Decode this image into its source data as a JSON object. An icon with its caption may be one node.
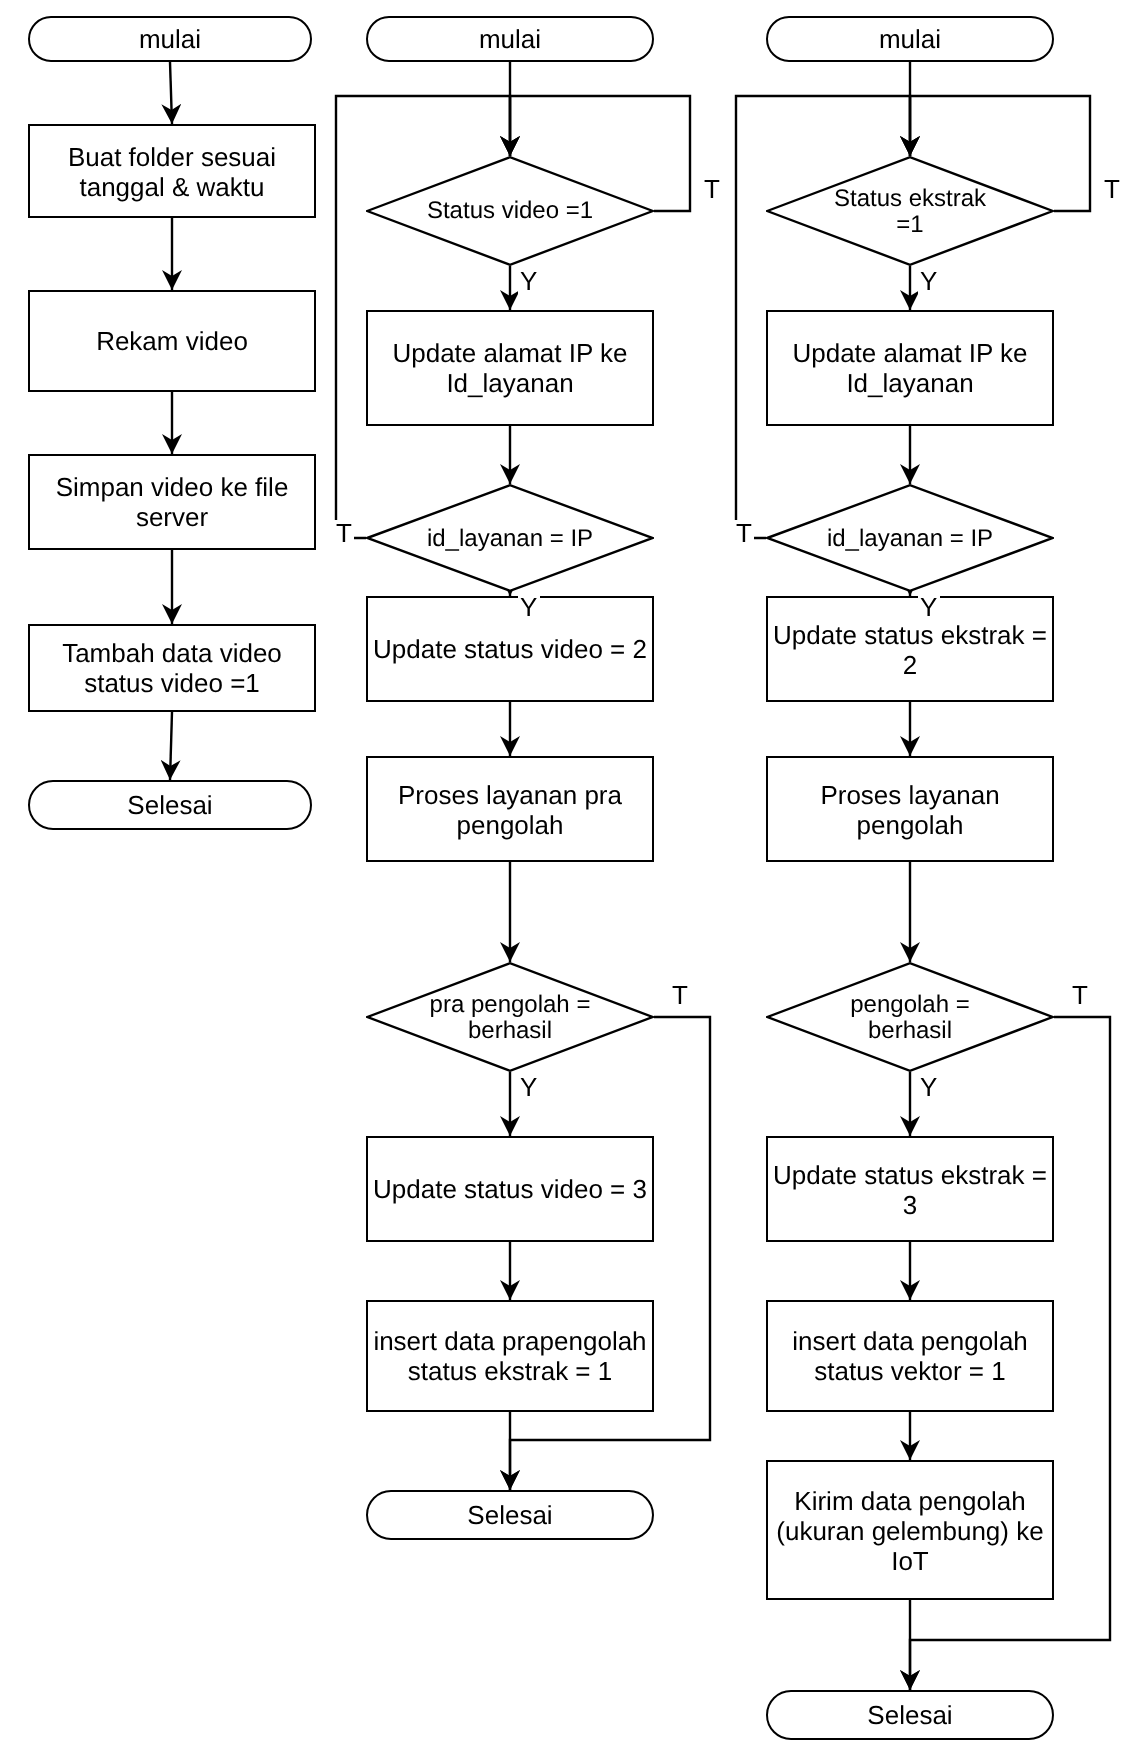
{
  "diagram": {
    "nodes": [
      {
        "text": [
          "mulai"
        ]
      },
      {
        "text": [
          "Buat folder sesuai tanggal & waktu"
        ]
      },
      {
        "text": [
          "Rekam video"
        ]
      },
      {
        "text": [
          "Simpan video ke file server"
        ]
      },
      {
        "text": [
          "Tambah data video status video =1"
        ]
      },
      {
        "text": [
          "Selesai"
        ]
      },
      {
        "text": [
          "mulai"
        ]
      },
      {
        "text": [
          "Status video =1"
        ]
      },
      {
        "text": [
          "Update alamat IP ke Id_layanan"
        ]
      },
      {
        "text": [
          "id_layanan = IP"
        ]
      },
      {
        "text": [
          "Update status video = 2"
        ]
      },
      {
        "text": [
          "Proses layanan pra pengolah"
        ]
      },
      {
        "text": [
          "pra pengolah = berhasil"
        ]
      },
      {
        "text": [
          "Update status video = 3"
        ]
      },
      {
        "text": [
          "insert data prapengolah status ekstrak = 1"
        ]
      },
      {
        "text": [
          "Selesai"
        ]
      },
      {
        "text": [
          "mulai"
        ]
      },
      {
        "text": [
          "Status ekstrak =1"
        ]
      },
      {
        "text": [
          "Update alamat IP ke Id_layanan"
        ]
      },
      {
        "text": [
          "id_layanan = IP"
        ]
      },
      {
        "text": [
          "Update status ekstrak = 2"
        ]
      },
      {
        "text": [
          "Proses layanan pengolah"
        ]
      },
      {
        "text": [
          "pengolah = berhasil"
        ]
      },
      {
        "text": [
          "Update status ekstrak = 3"
        ]
      },
      {
        "text": [
          "insert data pengolah status vektor = 1"
        ]
      },
      {
        "text": [
          "Kirim data pengolah (ukuran gelembung) ke IoT"
        ]
      },
      {
        "text": [
          "Selesai"
        ]
      }
    ],
    "edges": [
      {
        "from": 0,
        "to": 1,
        "arrow": "to"
      },
      {
        "from": 1,
        "to": 2,
        "arrow": "to"
      },
      {
        "from": 2,
        "to": 3,
        "arrow": "to"
      },
      {
        "from": 3,
        "to": 4,
        "arrow": "to"
      },
      {
        "from": 4,
        "to": 5,
        "arrow": "to"
      },
      {
        "from": 6,
        "to": 7,
        "arrow": "to"
      },
      {
        "from": 7,
        "to": 8,
        "arrow": "to",
        "label": "Y"
      },
      {
        "from": 7,
        "to": 7,
        "arrow": "to",
        "label": "T"
      },
      {
        "from": 8,
        "to": 9,
        "arrow": "to"
      },
      {
        "from": 9,
        "to": 10,
        "arrow": "to",
        "label": "Y"
      },
      {
        "from": 9,
        "to": 7,
        "arrow": "to",
        "label": "T"
      },
      {
        "from": 10,
        "to": 11,
        "arrow": "to"
      },
      {
        "from": 11,
        "to": 12,
        "arrow": "to"
      },
      {
        "from": 12,
        "to": 13,
        "arrow": "to",
        "label": "Y"
      },
      {
        "from": 12,
        "to": 15,
        "arrow": "to",
        "label": "T"
      },
      {
        "from": 13,
        "to": 14,
        "arrow": "to"
      },
      {
        "from": 14,
        "to": 15,
        "arrow": "to"
      },
      {
        "from": 16,
        "to": 17,
        "arrow": "to"
      },
      {
        "from": 17,
        "to": 18,
        "arrow": "to",
        "label": "Y"
      },
      {
        "from": 17,
        "to": 17,
        "arrow": "to",
        "label": "T"
      },
      {
        "from": 18,
        "to": 19,
        "arrow": "to"
      },
      {
        "from": 19,
        "to": 20,
        "arrow": "to",
        "label": "Y"
      },
      {
        "from": 19,
        "to": 17,
        "arrow": "to",
        "label": "T"
      },
      {
        "from": 20,
        "to": 21,
        "arrow": "to"
      },
      {
        "from": 21,
        "to": 22,
        "arrow": "to"
      },
      {
        "from": 22,
        "to": 23,
        "arrow": "to",
        "label": "Y"
      },
      {
        "from": 22,
        "to": 26,
        "arrow": "to",
        "label": "T"
      },
      {
        "from": 23,
        "to": 24,
        "arrow": "to"
      },
      {
        "from": 24,
        "to": 25,
        "arrow": "to"
      },
      {
        "from": 25,
        "to": 26,
        "arrow": "to"
      }
    ]
  }
}
